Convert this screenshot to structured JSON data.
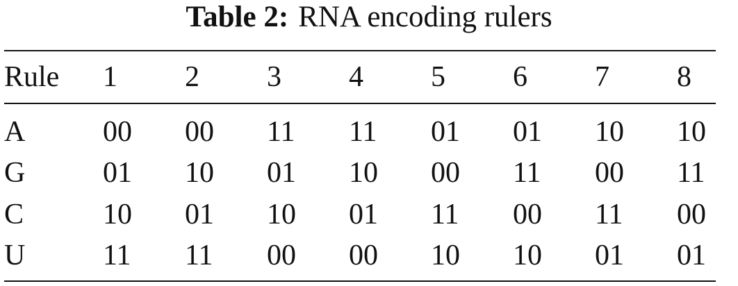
{
  "caption": {
    "label": "Table 2:",
    "title": "RNA encoding rulers"
  },
  "table": {
    "header": [
      "Rule",
      "1",
      "2",
      "3",
      "4",
      "5",
      "6",
      "7",
      "8"
    ],
    "rows": [
      [
        "A",
        "00",
        "00",
        "11",
        "11",
        "01",
        "01",
        "10",
        "10"
      ],
      [
        "G",
        "01",
        "10",
        "01",
        "10",
        "00",
        "11",
        "00",
        "11"
      ],
      [
        "C",
        "10",
        "01",
        "10",
        "01",
        "11",
        "00",
        "11",
        "00"
      ],
      [
        "U",
        "11",
        "11",
        "00",
        "00",
        "10",
        "10",
        "01",
        "01"
      ]
    ]
  }
}
